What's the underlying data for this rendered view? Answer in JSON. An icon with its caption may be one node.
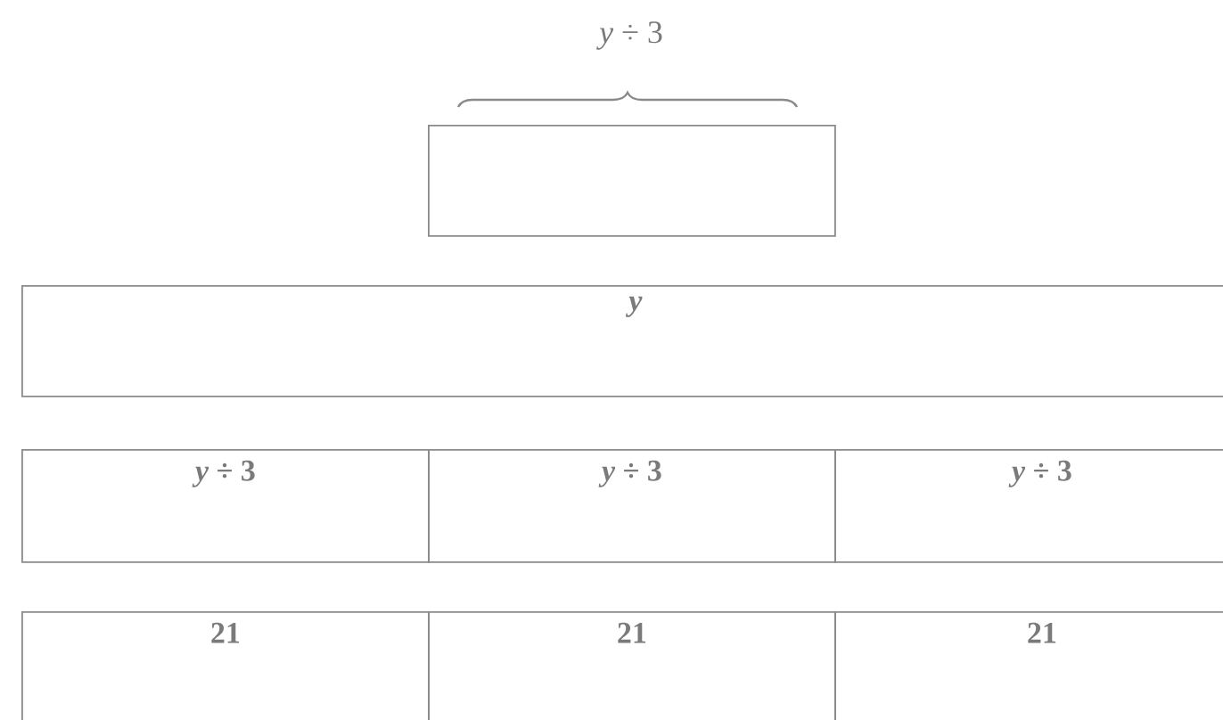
{
  "diagram": {
    "nodes": [
      {
        "text": [],
        "shape": "box",
        "beside": [
          "*y* ÷ 3"
        ]
      },
      {
        "text": [
          "y"
        ]
      },
      {
        "text": [
          "*y* ÷ 3"
        ]
      },
      {
        "text": [
          "*y* ÷ 3"
        ]
      },
      {
        "text": [
          "*y* ÷ 3"
        ]
      },
      {
        "text": [
          "21"
        ]
      },
      {
        "text": [
          "21"
        ]
      },
      {
        "text": [
          "21"
        ]
      }
    ]
  }
}
